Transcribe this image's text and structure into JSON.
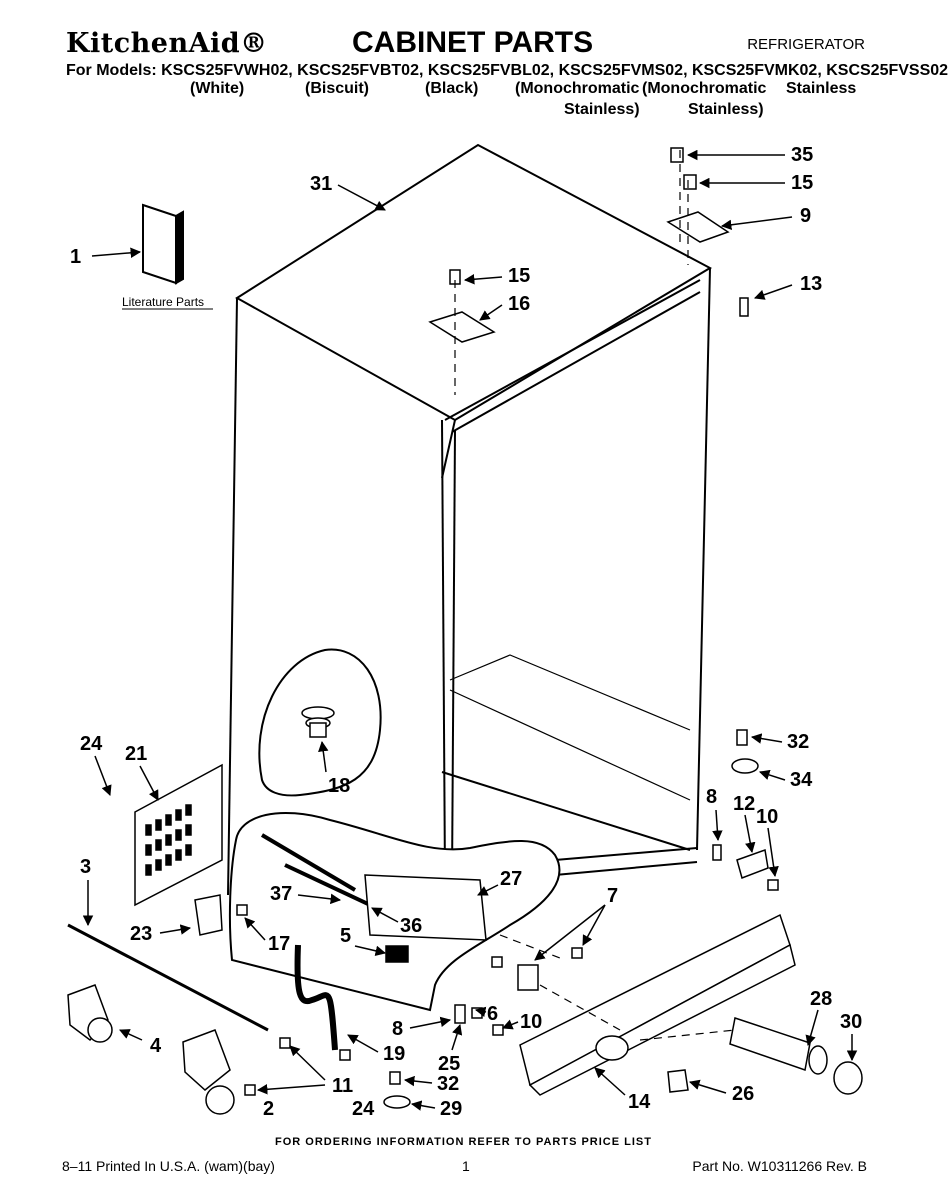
{
  "header": {
    "brand": "KitchenAid®",
    "title": "CABINET PARTS",
    "appliance": "REFRIGERATOR",
    "models_line": "For Models: KSCS25FVWH02, KSCS25FVBT02, KSCS25FVBL02, KSCS25FVMS02, KSCS25FVMK02, KSCS25FVSS02",
    "variants": [
      "(White)",
      "(Biscuit)",
      "(Black)",
      "(Monochromatic",
      "(Monochromatic",
      "Stainless"
    ],
    "variants_line2": [
      "Stainless)",
      "Stainless)"
    ]
  },
  "diagram": {
    "literature_label": "Literature Parts",
    "callouts": [
      "1",
      "31",
      "35",
      "15",
      "9",
      "13",
      "15",
      "16",
      "18",
      "24",
      "21",
      "3",
      "23",
      "17",
      "37",
      "36",
      "27",
      "5",
      "7",
      "4",
      "8",
      "6",
      "10",
      "19",
      "11",
      "2",
      "25",
      "32",
      "24",
      "29",
      "32",
      "34",
      "8",
      "12",
      "10",
      "28",
      "30",
      "14",
      "26"
    ]
  },
  "footer": {
    "ordering_note": "FOR ORDERING INFORMATION REFER TO PARTS PRICE LIST",
    "printed": "8–11 Printed In U.S.A. (wam)(bay)",
    "page": "1",
    "part_no": "Part No. W10311266 Rev. B"
  }
}
